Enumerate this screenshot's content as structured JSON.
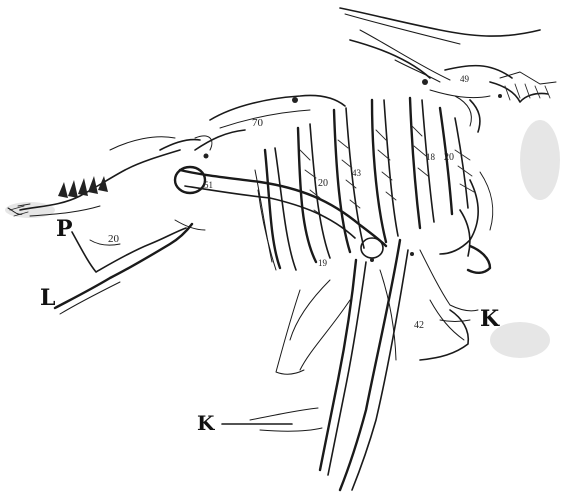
{
  "labels": {
    "letter_p": "P",
    "letter_l": "L",
    "letter_k_right": "K",
    "letter_k_bottom": "K"
  },
  "numbers": {
    "n_20_left": "20",
    "n_70": "70",
    "n_20_ribs": "20",
    "n_20_right": "20",
    "n_49": "49",
    "n_43": "43",
    "n_18": "18",
    "n_42": "42",
    "n_19": "19",
    "n_51": "51"
  },
  "colors": {
    "ink": "#1a1a1a",
    "paper": "#ffffff"
  }
}
